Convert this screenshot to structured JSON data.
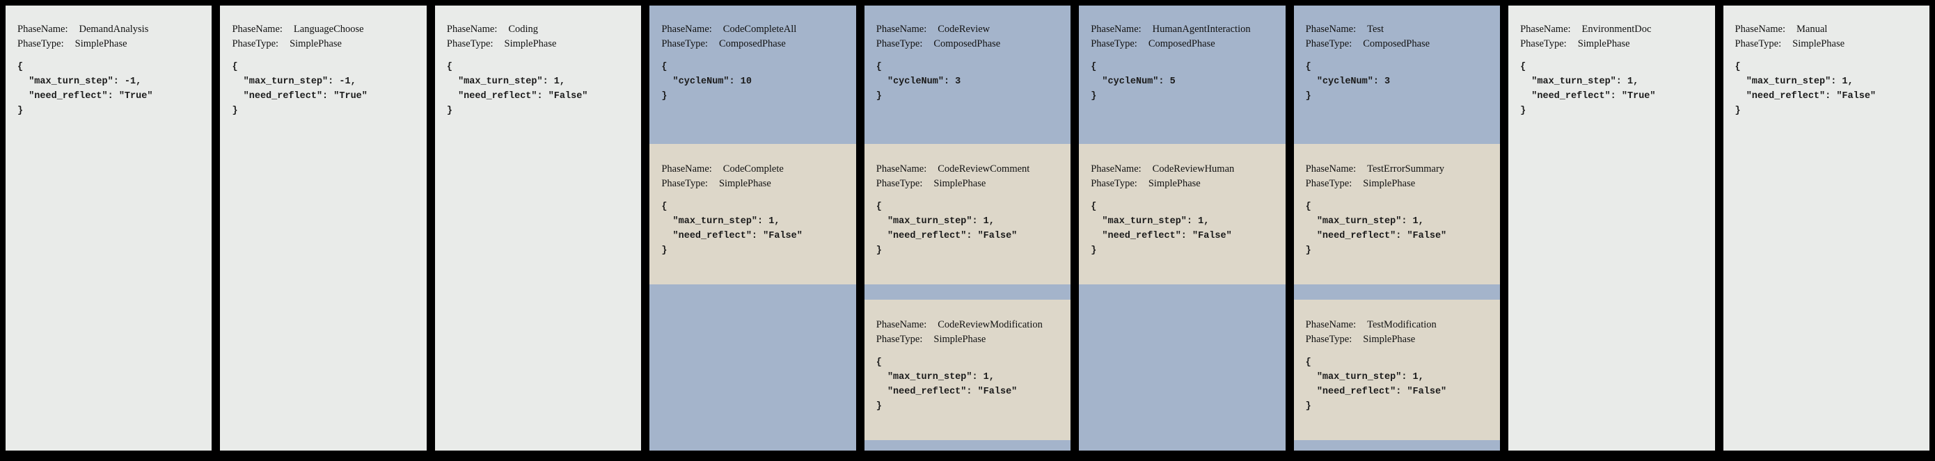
{
  "labels": {
    "phase_name": "PhaseName:",
    "phase_type": "PhaseType:"
  },
  "colors": {
    "page_background": "#000000",
    "simple_phase_background": "#e9ebe9",
    "composed_phase_background": "#a4b4cb",
    "nested_phase_background": "#ddd7c9"
  },
  "phases": [
    {
      "phase_name": "DemandAnalysis",
      "phase_type": "SimplePhase",
      "config": "{\n  \"max_turn_step\": -1,\n  \"need_reflect\": \"True\"\n}"
    },
    {
      "phase_name": "LanguageChoose",
      "phase_type": "SimplePhase",
      "config": "{\n  \"max_turn_step\": -1,\n  \"need_reflect\": \"True\"\n}"
    },
    {
      "phase_name": "Coding",
      "phase_type": "SimplePhase",
      "config": "{\n  \"max_turn_step\": 1,\n  \"need_reflect\": \"False\"\n}"
    },
    {
      "phase_name": "CodeCompleteAll",
      "phase_type": "ComposedPhase",
      "config": "{\n  \"cycleNum\": 10\n}",
      "children": [
        {
          "phase_name": "CodeComplete",
          "phase_type": "SimplePhase",
          "config": "{\n  \"max_turn_step\": 1,\n  \"need_reflect\": \"False\"\n}"
        }
      ]
    },
    {
      "phase_name": "CodeReview",
      "phase_type": "ComposedPhase",
      "config": "{\n  \"cycleNum\": 3\n}",
      "children": [
        {
          "phase_name": "CodeReviewComment",
          "phase_type": "SimplePhase",
          "config": "{\n  \"max_turn_step\": 1,\n  \"need_reflect\": \"False\"\n}"
        },
        {
          "phase_name": "CodeReviewModification",
          "phase_type": "SimplePhase",
          "config": "{\n  \"max_turn_step\": 1,\n  \"need_reflect\": \"False\"\n}"
        }
      ]
    },
    {
      "phase_name": "HumanAgentInteraction",
      "phase_type": "ComposedPhase",
      "config": "{\n  \"cycleNum\": 5\n}",
      "children": [
        {
          "phase_name": "CodeReviewHuman",
          "phase_type": "SimplePhase",
          "config": "{\n  \"max_turn_step\": 1,\n  \"need_reflect\": \"False\"\n}"
        }
      ]
    },
    {
      "phase_name": "Test",
      "phase_type": "ComposedPhase",
      "config": "{\n  \"cycleNum\": 3\n}",
      "children": [
        {
          "phase_name": "TestErrorSummary",
          "phase_type": "SimplePhase",
          "config": "{\n  \"max_turn_step\": 1,\n  \"need_reflect\": \"False\"\n}"
        },
        {
          "phase_name": "TestModification",
          "phase_type": "SimplePhase",
          "config": "{\n  \"max_turn_step\": 1,\n  \"need_reflect\": \"False\"\n}"
        }
      ]
    },
    {
      "phase_name": "EnvironmentDoc",
      "phase_type": "SimplePhase",
      "config": "{\n  \"max_turn_step\": 1,\n  \"need_reflect\": \"True\"\n}"
    },
    {
      "phase_name": "Manual",
      "phase_type": "SimplePhase",
      "config": "{\n  \"max_turn_step\": 1,\n  \"need_reflect\": \"False\"\n}"
    }
  ]
}
